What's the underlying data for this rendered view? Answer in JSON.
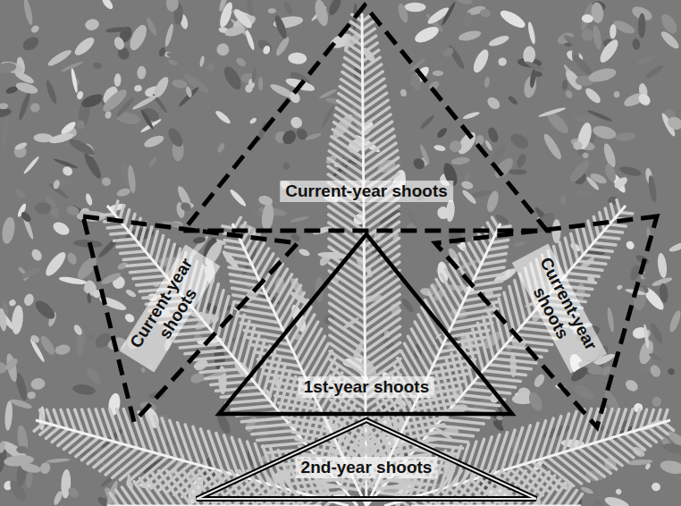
{
  "diagram": {
    "nodes": [
      {
        "text": [
          "Current-year shoots"
        ]
      },
      {
        "text": [
          "Current-year shoots"
        ]
      },
      {
        "text": [
          "Current-year shoots"
        ]
      },
      {
        "text": [
          "1st-year shoots"
        ]
      },
      {
        "text": [
          "2nd-year shoots"
        ]
      }
    ]
  }
}
